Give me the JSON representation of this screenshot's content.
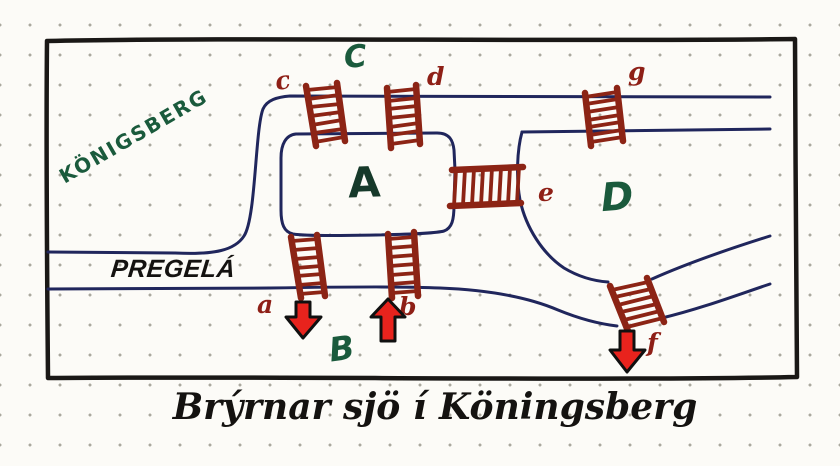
{
  "caption": "Brýrnar sjö í Köningsberg",
  "map": {
    "city_label": "KÖNIGSBERG",
    "river_label": "PREGELÁ",
    "regions": [
      {
        "id": "A",
        "label": "A"
      },
      {
        "id": "B",
        "label": "B"
      },
      {
        "id": "C",
        "label": "C"
      },
      {
        "id": "D",
        "label": "D"
      }
    ],
    "bridges": [
      {
        "id": "a",
        "label": "a",
        "connects": "A-B"
      },
      {
        "id": "b",
        "label": "b",
        "connects": "A-B"
      },
      {
        "id": "c",
        "label": "c",
        "connects": "A-C"
      },
      {
        "id": "d",
        "label": "d",
        "connects": "A-C"
      },
      {
        "id": "e",
        "label": "e",
        "connects": "A-D"
      },
      {
        "id": "f",
        "label": "f",
        "connects": "D-B"
      },
      {
        "id": "g",
        "label": "g",
        "connects": "C-D"
      }
    ],
    "arrows": [
      {
        "at_bridge": "a",
        "direction": "down"
      },
      {
        "at_bridge": "b",
        "direction": "up"
      },
      {
        "at_bridge": "f",
        "direction": "down"
      }
    ]
  },
  "colors": {
    "paper": "#fcfbf7",
    "dot": "#aaa89e",
    "border-ink": "#1a1816",
    "river-ink": "#20265c",
    "bridge-ink": "#8c2415",
    "label-red": "#8e1f16",
    "label-green": "#1a5a3c",
    "label-dark-green": "#16392a",
    "arrow-red": "#e8231d",
    "text-ink": "#141210"
  }
}
